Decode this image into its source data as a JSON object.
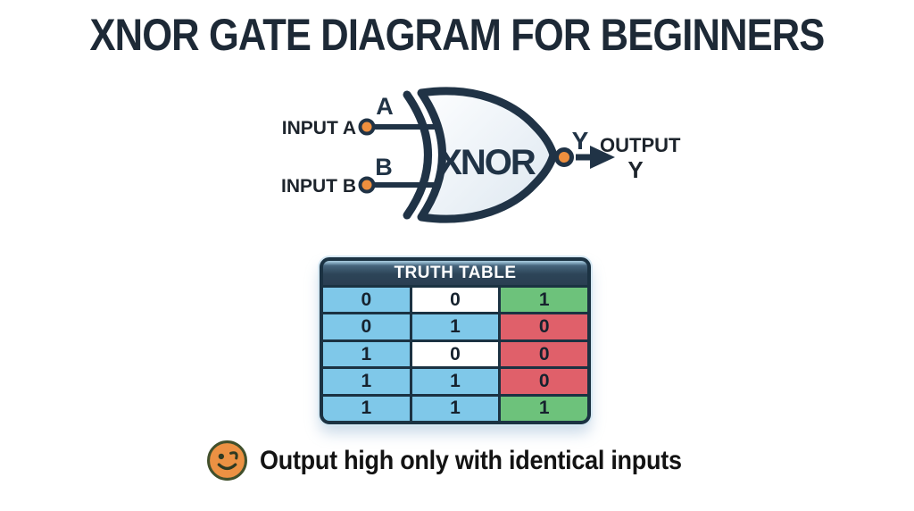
{
  "title": "XNOR GATE DIAGRAM FOR BEGINNERS",
  "gate": {
    "input_a_label": "INPUT A",
    "input_b_label": "INPUT B",
    "input_a_pin": "A",
    "input_b_pin": "B",
    "gate_label": "XNOR",
    "output_pin": "Y",
    "output_label_line1": "OUTPUT",
    "output_label_line2": "Y"
  },
  "truth_table": {
    "header": "TRUTH TABLE",
    "rows": [
      {
        "cells": [
          {
            "value": "0",
            "bg": "blue"
          },
          {
            "value": "0",
            "bg": "white"
          },
          {
            "value": "1",
            "bg": "green"
          }
        ]
      },
      {
        "cells": [
          {
            "value": "0",
            "bg": "blue"
          },
          {
            "value": "1",
            "bg": "blue"
          },
          {
            "value": "0",
            "bg": "red"
          }
        ]
      },
      {
        "cells": [
          {
            "value": "1",
            "bg": "blue"
          },
          {
            "value": "0",
            "bg": "white"
          },
          {
            "value": "0",
            "bg": "red"
          }
        ]
      },
      {
        "cells": [
          {
            "value": "1",
            "bg": "blue"
          },
          {
            "value": "1",
            "bg": "blue"
          },
          {
            "value": "0",
            "bg": "red"
          }
        ]
      },
      {
        "cells": [
          {
            "value": "1",
            "bg": "blue"
          },
          {
            "value": "1",
            "bg": "blue"
          },
          {
            "value": "1",
            "bg": "green"
          }
        ]
      }
    ]
  },
  "note": {
    "icon": "winking-smiley",
    "text": "Output high only with identical inputs"
  },
  "colors": {
    "background": "#ffffff",
    "title_text": "#1d2936",
    "navy_stroke": "#203346",
    "terminal_orange": "#ee8f3e",
    "table_border": "#1b3242",
    "table_header_bg": "#2d4558",
    "cell_blue": "#7fc8e9",
    "cell_green": "#6dc27b",
    "cell_red": "#e0606a",
    "cell_white": "#ffffff",
    "smiley_orange": "#ec9143"
  }
}
